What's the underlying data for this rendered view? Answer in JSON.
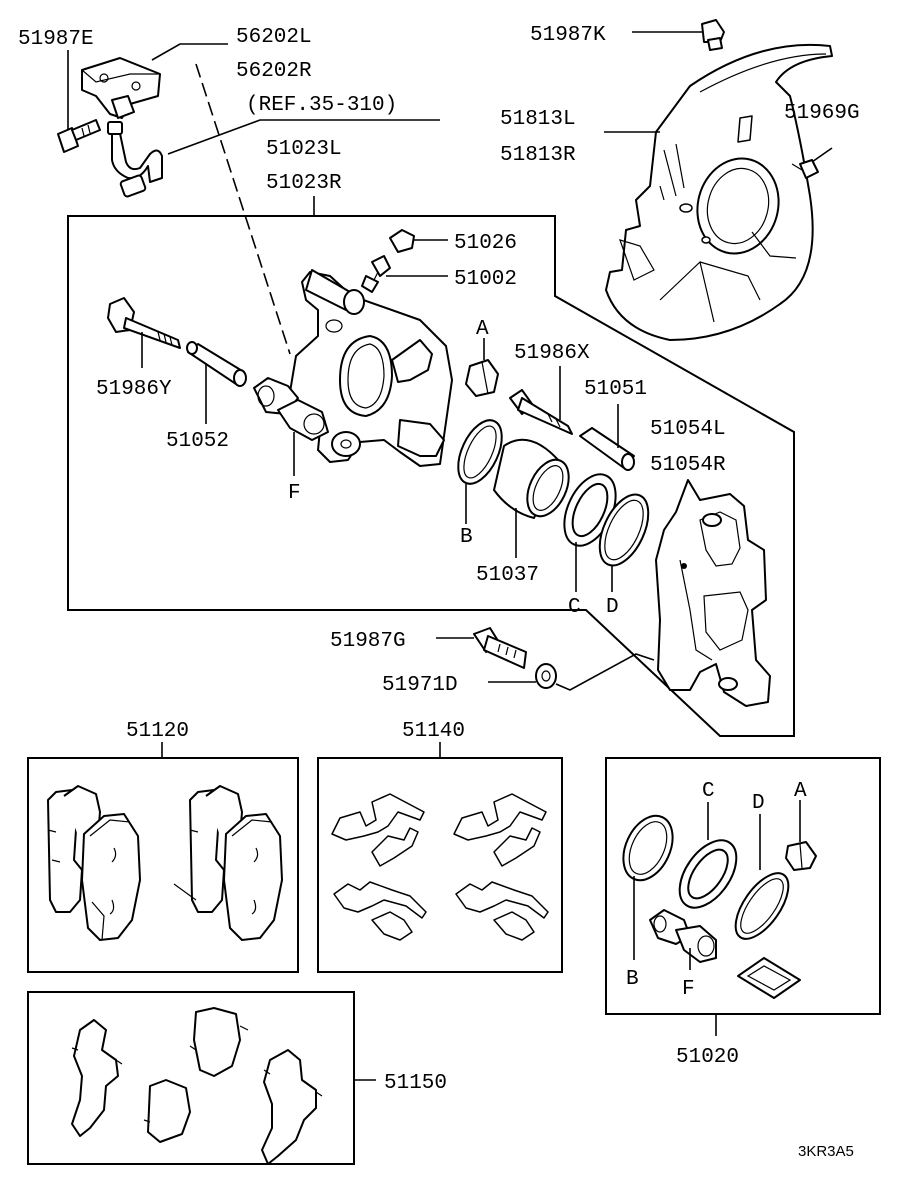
{
  "labels": {
    "p51987E": "51987E",
    "p56202L": "56202L",
    "p56202R": "56202R",
    "ref": "(REF.35-310)",
    "p51023L": "51023L",
    "p51023R": "51023R",
    "p51026": "51026",
    "p51002": "51002",
    "p51987K": "51987K",
    "p51813L": "51813L",
    "p51813R": "51813R",
    "p51969G": "51969G",
    "letterA": "A",
    "p51986X": "51986X",
    "p51051": "51051",
    "p51054L": "51054L",
    "p51054R": "51054R",
    "p51986Y": "51986Y",
    "p51052": "51052",
    "letterF": "F",
    "letterB": "B",
    "p51037": "51037",
    "letterC": "C",
    "letterD": "D",
    "p51987G": "51987G",
    "p51971D": "51971D",
    "p51120": "51120",
    "p51140": "51140",
    "kitC": "C",
    "kitD": "D",
    "kitA": "A",
    "kitB": "B",
    "kitF": "F",
    "p51020": "51020",
    "p51150": "51150",
    "code": "3KR3A5"
  }
}
